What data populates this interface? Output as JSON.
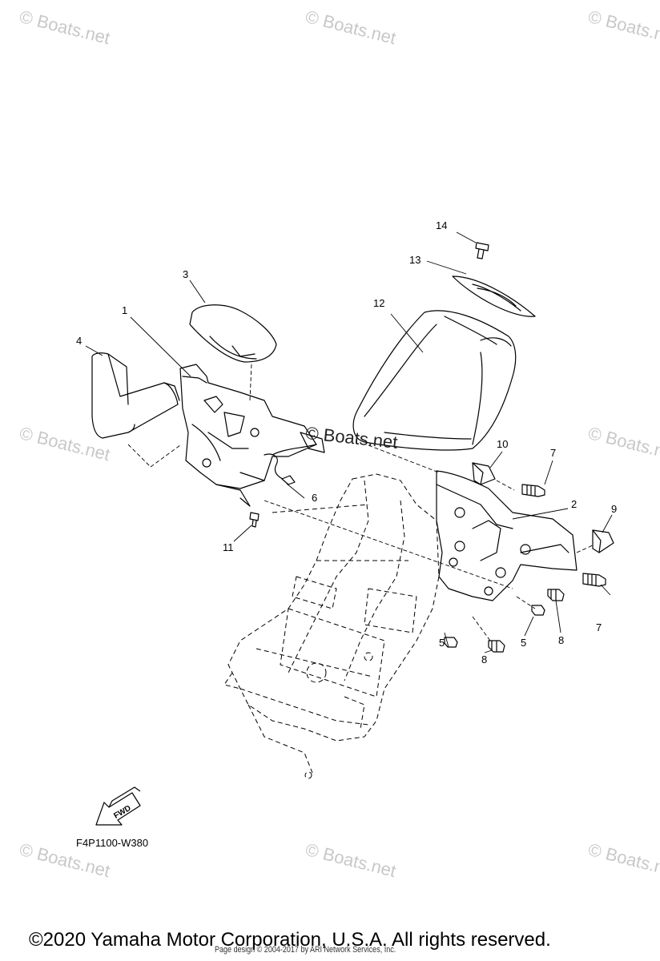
{
  "watermark": "© Boats.net",
  "center_watermark": "© Boats.net",
  "callouts": [
    "1",
    "2",
    "3",
    "4",
    "5",
    "5",
    "6",
    "7",
    "7",
    "8",
    "8",
    "9",
    "10",
    "11",
    "12",
    "13",
    "14"
  ],
  "fwd_label": "FWD",
  "figure_code": "F4P1100-W380",
  "copyright": "©2020 Yamaha Motor Corporation, U.S.A. All rights reserved.",
  "page_design": "Page design © 2004-2017 by ARI Network Services, Inc."
}
